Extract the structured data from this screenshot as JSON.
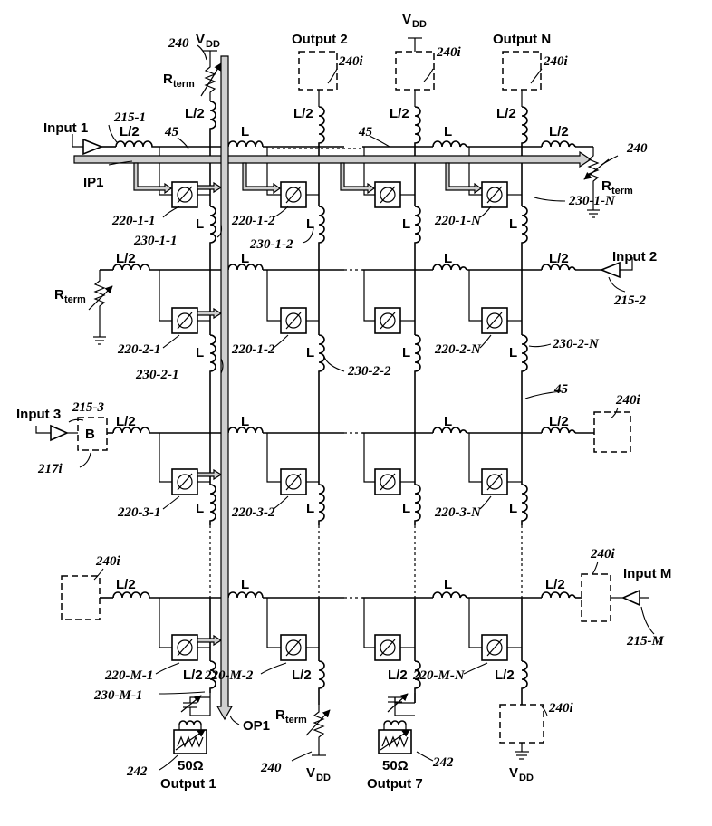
{
  "labels": {
    "input_1": "Input 1",
    "input_2": "Input 2",
    "input_3": "Input 3",
    "input_m": "Input M",
    "output_1": "Output 1",
    "output_2": "Output 2",
    "output_7": "Output 7",
    "output_n": "Output N",
    "vdd": "V",
    "vdd_sub": "DD",
    "rterm": "R",
    "rterm_sub": "term",
    "l_half": "L/2",
    "l": "L",
    "b": "B",
    "ohm50": "50Ω",
    "ip1": "IP1",
    "op1": "OP1",
    "phase_symbol": "Ø"
  },
  "refs": {
    "r215_1": "215-1",
    "r215_2": "215-2",
    "r215_3": "215-3",
    "r215_m": "215-M",
    "r217i": "217i",
    "r240": "240",
    "r240i": "240i",
    "r242": "242",
    "r45": "45",
    "r220_1_1": "220-1-1",
    "r220_1_2": "220-1-2",
    "r220_1_n": "220-1-N",
    "r220_2_1": "220-2-1",
    "r220_2_2": "220-1-2",
    "r220_2_n": "220-2-N",
    "r220_3_1": "220-3-1",
    "r220_3_2": "220-3-2",
    "r220_3_n": "220-3-N",
    "r220_m_1": "220-M-1",
    "r220_m_2": "220-M-2",
    "r220_m_n": "220-M-N",
    "r230_1_1": "230-1-1",
    "r230_1_2": "230-1-2",
    "r230_1_n": "230-1-N",
    "r230_2_1": "230-2-1",
    "r230_2_2": "230-2-2",
    "r230_2_n": "230-2-N",
    "r230_m_1": "230-M-1"
  }
}
